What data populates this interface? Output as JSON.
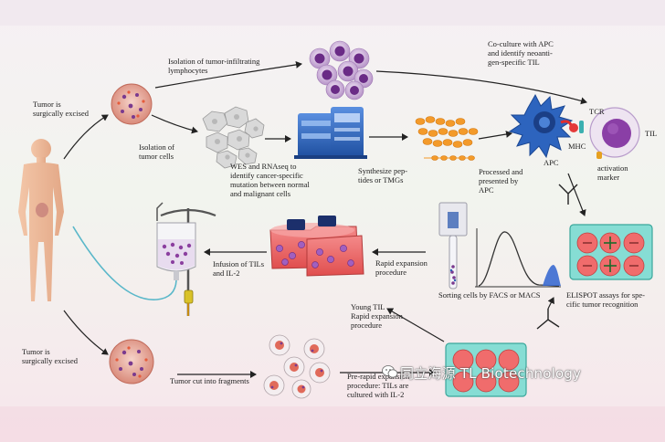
{
  "labels": {
    "tumor_excised_top": "Tumor is\nsurgically excised",
    "isolation_til": "Isolation of tumor-infiltrating\nlymphocytes",
    "coculture": "Co-culture with APC\nand identify neoanti-\ngen-specific TIL",
    "isolation_tumor": "Isolation of\ntumor cells",
    "wes": "WES and RNAseq to\nidentify cancer-specific\nmutation between normal\nand malignant cells",
    "synthesize": "Synthesize pep-\ntides or TMGs",
    "processed": "Processed and\npresented by\nAPC",
    "apc": "APC",
    "mhc": "MHC",
    "tcr": "TCR",
    "til": "TIL",
    "activation": "activation\nmarker",
    "infusion": "Infusion of TILs\nand IL-2",
    "rapid": "Rapid expansion\nprocedure",
    "sorting": "Sorting cells by FACS or MACS",
    "elispot": "ELISPOT assays for spe-\ncific tumor recognition",
    "young": "Young TIL\nRapid expansion\nprocedure",
    "tumor_excised_bottom": "Tumor is\nsurgically excised",
    "fragments": "Tumor cut into fragments",
    "prerapid": "Pre-rapid expansion\nprocedure: TILs are\ncultured with IL-2"
  },
  "watermark": "同立海源 TL Biotechnology",
  "colors": {
    "arrow": "#222222",
    "tumor_cell": "#e07a6a",
    "til_purple": "#7a3a8f",
    "peptide_orange": "#f09a2a",
    "apc_blue": "#2a62b8",
    "dish_red": "#e86060",
    "elispot_teal": "#7fd8cf"
  },
  "icons": [
    "human-body-icon",
    "tumor-icon",
    "lymphocyte-cluster-icon",
    "tumor-cell-cluster-icon",
    "sequencer-icon",
    "peptide-chain-icon",
    "apc-cell-icon",
    "til-cell-icon",
    "iv-bag-icon",
    "culture-flask-icon",
    "facs-tube-icon",
    "histogram-icon",
    "elispot-plate-icon",
    "fragment-dishes-icon",
    "well-plate-icon",
    "wechat-icon"
  ]
}
